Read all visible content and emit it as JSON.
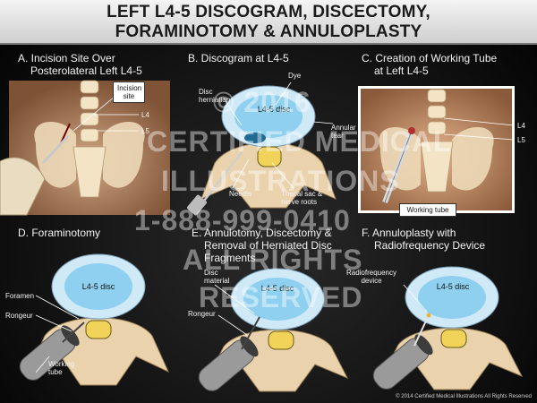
{
  "title": {
    "line1": "LEFT L4-5 DISCOGRAM, DISCECTOMY,",
    "line2": "FORAMINOTOMY & ANNULOPLASTY"
  },
  "panels": [
    {
      "label_line1": "A. Incision Site Over",
      "label_line2": "Posterolateral Left L4-5",
      "callouts": {
        "incision": "Incision site",
        "l4": "L4",
        "l5": "L5"
      }
    },
    {
      "label_line1": "B. Discogram at L4-5",
      "callouts": {
        "disc": "L4-5 disc",
        "dye": "Dye",
        "herniation": "Disc herniation",
        "tear": "Annular tear",
        "needle": "Needle",
        "thecal": "Thecal sac & nerve roots"
      }
    },
    {
      "label_line1": "C. Creation of Working Tube",
      "label_line2": "at Left L4-5",
      "callouts": {
        "l4": "L4",
        "l5": "L5",
        "tube": "Working tube"
      }
    },
    {
      "label_line1": "D. Foraminotomy",
      "callouts": {
        "disc": "L4-5 disc",
        "foramen": "Foramen",
        "rongeur": "Rongeur",
        "tube": "Working tube"
      }
    },
    {
      "label_line1": "E. Annulotomy, Discectomy &",
      "label_line2": "Removal of Herniated Disc",
      "label_line3": "Fragments",
      "callouts": {
        "disc": "L4-5 disc",
        "material": "Disc material",
        "rongeur": "Rongeur"
      }
    },
    {
      "label_line1": "F. Annuloplasty with",
      "label_line2": "Radiofrequency Device",
      "callouts": {
        "disc": "L4-5 disc",
        "device": "Radiofrequency device"
      }
    }
  ],
  "watermark": {
    "line1": "© 2016",
    "line2": "CERTIFIED MEDICAL",
    "line3": "ILLUSTRATIONS",
    "line4": "1-888-999-0410",
    "line5": "ALL RIGHTS",
    "line6": "RESERVED"
  },
  "copyright": "© 2014 Certified Medical Illustrations All Rights Reserved",
  "colors": {
    "disc": "#8fd0f0",
    "bone": "#e9d6b4",
    "skin": "#d9a57a",
    "background": "#111111"
  }
}
